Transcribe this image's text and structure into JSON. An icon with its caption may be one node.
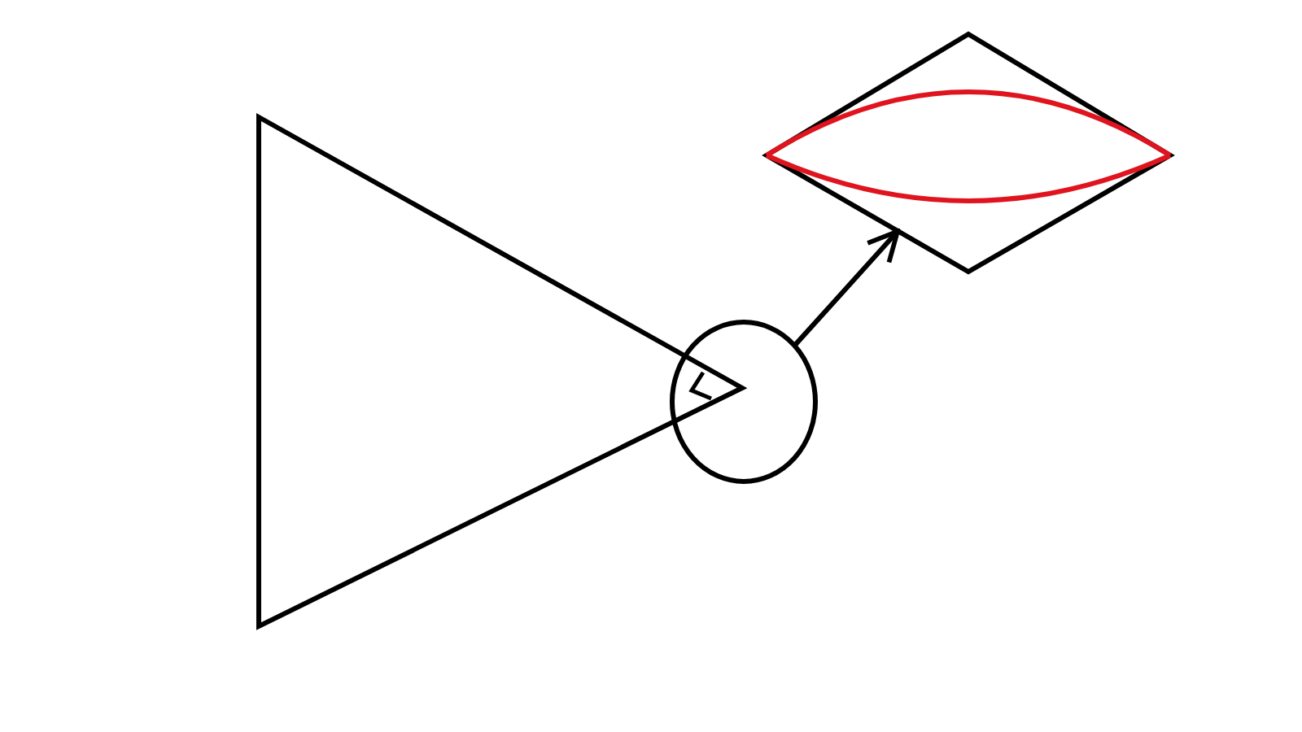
{
  "diagram": {
    "nodes": [
      {
        "text": [],
        "shape": "triangle"
      },
      {
        "text": [],
        "shape": "circle"
      },
      {
        "text": [],
        "shape": "diamond"
      }
    ],
    "edges": [
      {
        "from": 1,
        "to": 2,
        "arrow": "to"
      }
    ]
  }
}
